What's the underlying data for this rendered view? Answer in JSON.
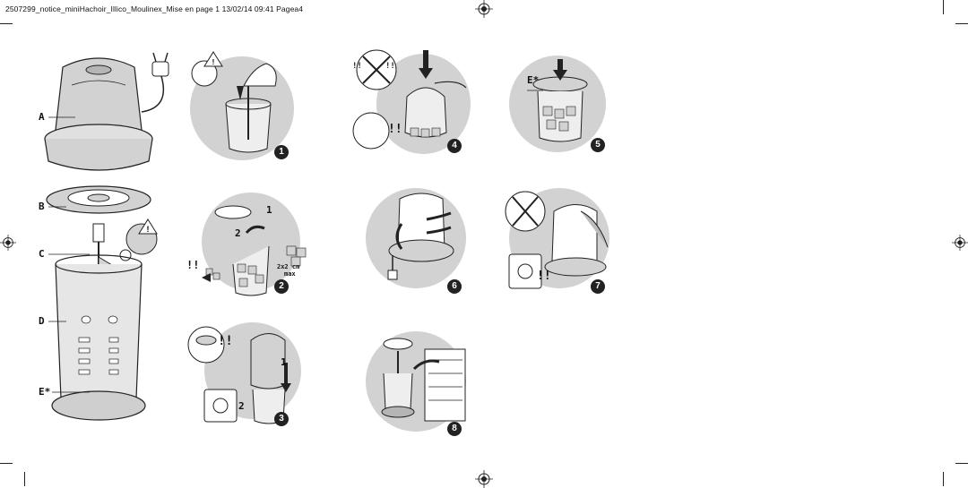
{
  "header": {
    "text": "2507299_notice_miniHachoir_Illico_Moulinex_Mise en page 1  13/02/14  09:41  Pagea4"
  },
  "part_labels": {
    "a": "A",
    "b": "B",
    "c": "C",
    "d": "D",
    "e": "E*"
  },
  "steps": {
    "s1": "1",
    "s2": "2",
    "s3": "3",
    "s4": "4",
    "s5": "5",
    "s6": "6",
    "s7": "7",
    "s8": "8"
  },
  "annotations": {
    "warn_mark": "!!",
    "sub1": "1",
    "sub2": "2",
    "cube_size": "2x2 cm",
    "cube_max": "max",
    "e_label": "E*"
  },
  "colors": {
    "ink": "#222222",
    "tone": "#d2d2d2",
    "tone_dark": "#b5b5b5",
    "paper": "#ffffff"
  }
}
